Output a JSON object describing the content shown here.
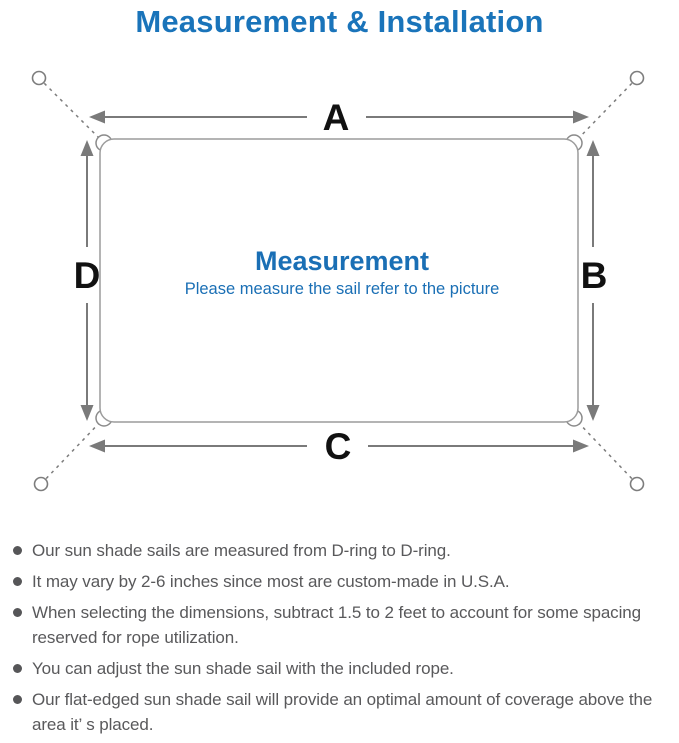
{
  "title": "Measurement & Installation",
  "diagram": {
    "labels": {
      "top": "A",
      "right": "B",
      "bottom": "C",
      "left": "D"
    },
    "center_title": "Measurement",
    "center_subtitle": "Please measure the sail refer to the picture"
  },
  "notes": [
    "Our sun shade sails are measured from D-ring to D-ring.",
    "It may vary by 2-6 inches since most are custom-made in U.S.A.",
    "When selecting the dimensions, subtract 1.5 to 2 feet to account for some spacing reserved for rope utilization.",
    "You can adjust the sun shade sail with the included rope.",
    "Our flat-edged sun shade sail will provide an optimal amount of coverage above the area it’ s placed."
  ],
  "colors": {
    "accent_blue": "#1a74ba",
    "text_gray": "#59595b",
    "line_gray": "#7d7d7d",
    "outline_gray": "#9c9c9c",
    "label_black": "#111111"
  }
}
